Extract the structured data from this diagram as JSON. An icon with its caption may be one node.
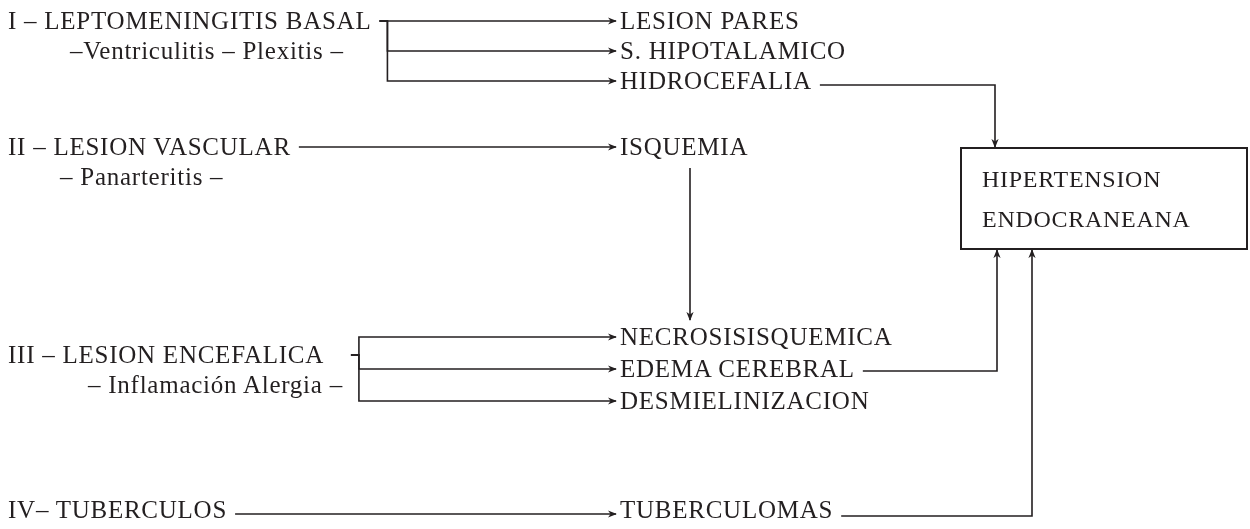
{
  "diagram": {
    "nodes": [
      {
        "text": [
          "I – LEPTOMENINGITIS BASAL",
          "–Ventriculitis – Plexitis –"
        ]
      },
      {
        "text": [
          "LESION PARES"
        ]
      },
      {
        "text": [
          "S. HIPOTALAMICO"
        ]
      },
      {
        "text": [
          "HIDROCEFALIA"
        ]
      },
      {
        "text": [
          "II – LESION VASCULAR",
          "– Panarteritis –"
        ]
      },
      {
        "text": [
          "ISQUEMIA"
        ]
      },
      {
        "text": [
          "III – LESION ENCEFALICA",
          "– Inflamación Alergia –"
        ]
      },
      {
        "text": [
          "NECROSISISQUEMICA"
        ]
      },
      {
        "text": [
          "EDEMA CEREBRAL"
        ]
      },
      {
        "text": [
          "DESMIELINIZACION"
        ]
      },
      {
        "text": [
          "IV– TUBERCULOS"
        ]
      },
      {
        "text": [
          "TUBERCULOMAS"
        ]
      },
      {
        "text": [
          "HIPERTENSION ENDOCRANEANA"
        ]
      }
    ],
    "edges": [
      {
        "from": 0,
        "to": 1,
        "arrow": "to"
      },
      {
        "from": 0,
        "to": 2,
        "arrow": "to"
      },
      {
        "from": 0,
        "to": 3,
        "arrow": "to"
      },
      {
        "from": 4,
        "to": 5,
        "arrow": "to"
      },
      {
        "from": 5,
        "to": 7,
        "arrow": "to"
      },
      {
        "from": 6,
        "to": 7,
        "arrow": "to"
      },
      {
        "from": 6,
        "to": 8,
        "arrow": "to"
      },
      {
        "from": 6,
        "to": 9,
        "arrow": "to"
      },
      {
        "from": 10,
        "to": 11,
        "arrow": "to"
      },
      {
        "from": 3,
        "to": 12,
        "arrow": "to"
      },
      {
        "from": 8,
        "to": 12,
        "arrow": "to"
      },
      {
        "from": 11,
        "to": 12,
        "arrow": "to"
      }
    ]
  }
}
